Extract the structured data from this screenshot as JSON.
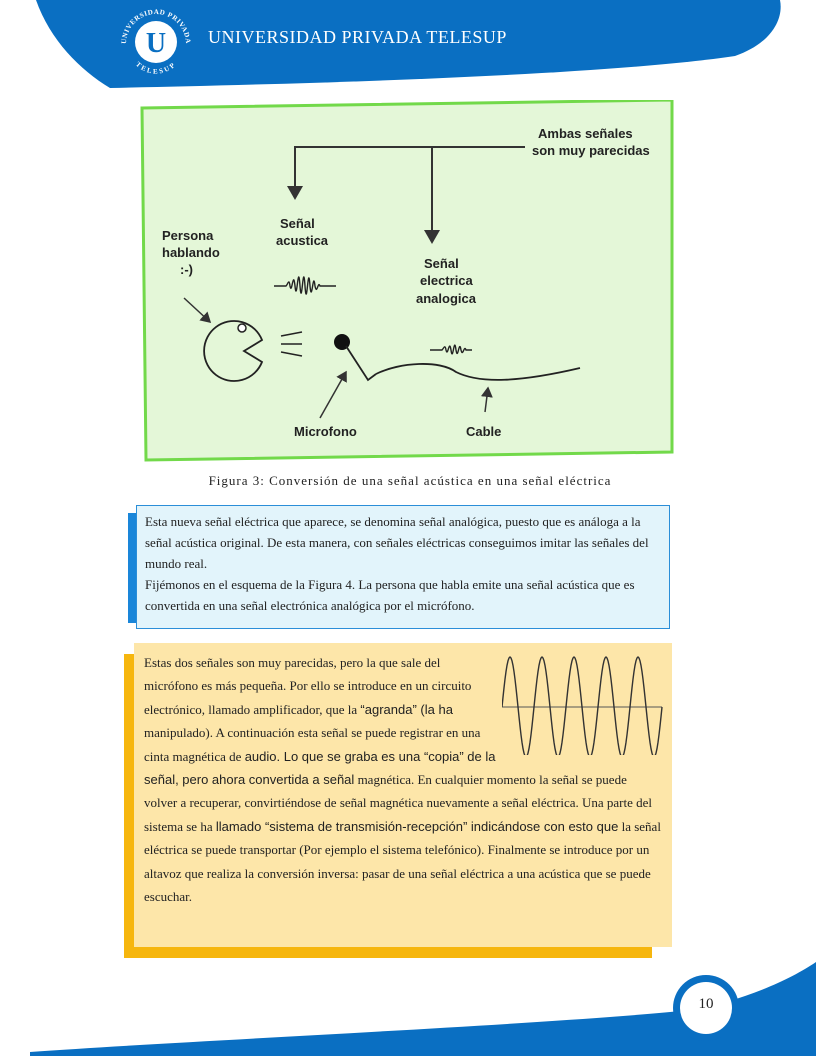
{
  "header": {
    "university_name": "UNIVERSIDAD PRIVADA TELESUP",
    "logo": {
      "top_text": "UNIVERSIDAD PRIVADA",
      "bottom_text": "TELESUP",
      "monogram": "U"
    }
  },
  "figure": {
    "labels": {
      "both_signals": "Ambas señales",
      "both_signals_2": "son muy parecidas",
      "acoustic": "Señal",
      "acoustic_2": "acustica",
      "person": "Persona",
      "person_2": "hablando",
      "person_3": ":-)",
      "electric": "Señal",
      "electric_2": "electrica",
      "electric_3": "analogica",
      "microphone": "Microfono",
      "cable": "Cable"
    },
    "caption": "Figura 3: Conversión de una señal acústica en una señal eléctrica"
  },
  "box1": {
    "paragraph_1": "Esta nueva señal eléctrica que aparece, se denomina señal analógica, puesto que es análoga a la señal acústica original. De esta manera, con señales eléctricas conseguimos imitar las señales del mundo real.",
    "paragraph_2": "Fijémonos en el esquema de la Figura 4. La persona que habla emite una señal acústica que es convertida en una señal electrónica analógica por el micrófono."
  },
  "box2": {
    "text_1": "Estas dos señales son muy parecidas, pero la que sale del micrófono es más pequeña. Por ello se introduce en un circuito electrónico, llamado amplificador, que la ",
    "text_2": "“agranda” (la ha",
    "text_3": " manipulado). A continuación esta señal se puede registrar en una cinta magnética de ",
    "text_4": "audio. Lo que se graba es una “copia” de la señal, pero ahora convertida a señal",
    "text_5": " magnética. En cualquier momento la señal se puede volver a recuperar, convirtiéndose de señal magnética nuevamente a señal eléctrica. Una parte del sistema se ha ",
    "text_6": "llamado “sistema de transmisión-recepción” indicándose con esto que",
    "text_7": " la señal eléctrica se puede transportar (Por ejemplo el sistema telefónico). Finalmente se introduce por un altavoz que realiza la conversión inversa: pasar de una señal eléctrica a una acústica que se puede escuchar."
  },
  "footer": {
    "page_number": "10"
  },
  "colors": {
    "brand_blue": "#0a6fc2",
    "figure_green_bg": "#e4f7d8",
    "figure_border": "#72d94a",
    "box_blue": "#1a86d9",
    "box_light": "#e2f4fb",
    "box_orange": "#f6b60e",
    "box_cream": "#fde6a9"
  }
}
